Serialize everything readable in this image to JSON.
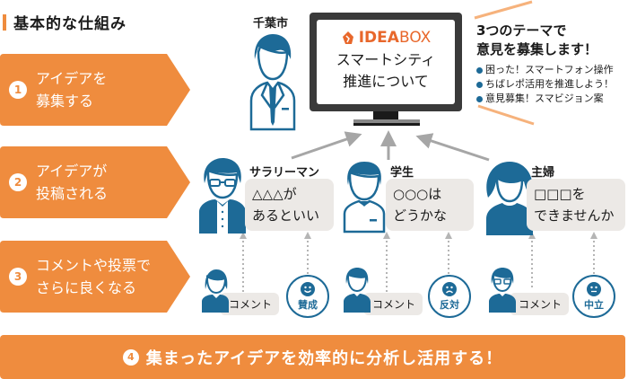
{
  "title": "基本的な仕組み",
  "steps": [
    {
      "number": "1",
      "lines": [
        "アイデアを",
        "募集する"
      ]
    },
    {
      "number": "2",
      "lines": [
        "アイデアが",
        "投稿される"
      ]
    },
    {
      "number": "3",
      "lines": [
        "コメントや投票で",
        "さらに良くなる"
      ]
    }
  ],
  "final_step": {
    "number": "4",
    "text": "集まったアイデアを効率的に分析し活用する！"
  },
  "city": {
    "label": "千葉市"
  },
  "monitor": {
    "logo_bold": "IDEA",
    "logo_light": "BOX",
    "lines": [
      "スマートシティ",
      "推進について"
    ]
  },
  "themes": {
    "heading_lines": [
      "3つのテーマで",
      "意見を募集します！"
    ],
    "items": [
      "困った！スマートフォン操作",
      "ちばレポ活用を推進しよう！",
      "意見募集！スマビジョン案"
    ]
  },
  "posters": [
    {
      "name": "サラリーマン",
      "lines": [
        "△△△が",
        "あるといい"
      ]
    },
    {
      "name": "学生",
      "lines": [
        "○○○は",
        "どうかな"
      ]
    },
    {
      "name": "主婦",
      "lines": [
        "□□□を",
        "できませんか"
      ]
    }
  ],
  "reactions": [
    {
      "comment": "コメント",
      "vote": "賛成",
      "mood": "smile"
    },
    {
      "comment": "コメント",
      "vote": "反対",
      "mood": "frown"
    },
    {
      "comment": "コメント",
      "vote": "中立",
      "mood": "neutral"
    }
  ],
  "colors": {
    "orange": "#ef8c3e",
    "blue": "#1d6a97",
    "bubble": "#ece9e6",
    "arrow": "#a6a6a6",
    "logo": "#e8672b"
  }
}
